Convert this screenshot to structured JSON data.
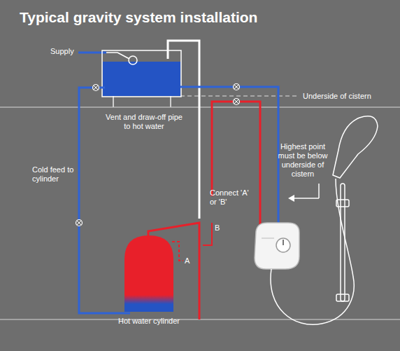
{
  "diagram": {
    "title": "Typical gravity system installation",
    "nodes": [
      {
        "text": [
          "Hot water cylinder"
        ]
      }
    ],
    "labels": [
      "Supply",
      "Vent and draw-off pipe to hot water",
      "Underside of cistern",
      "Highest point must be below underside of cistern",
      "Cold feed to cylinder",
      "Connect 'A' or 'B'",
      "B",
      "A"
    ]
  }
}
